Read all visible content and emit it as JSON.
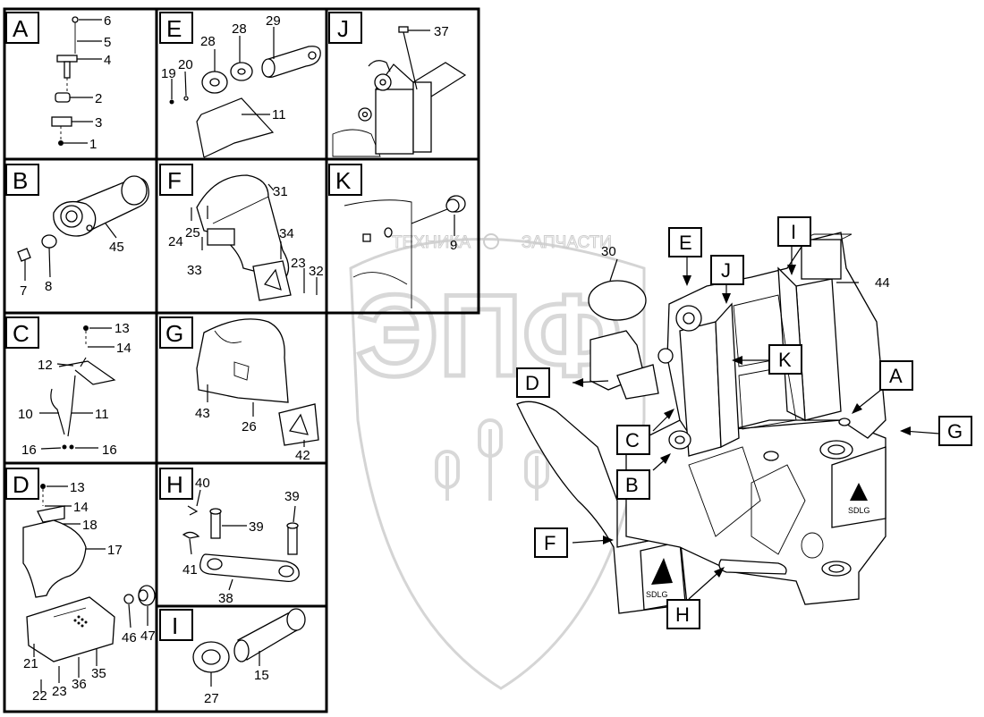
{
  "watermark": {
    "left_word": "ТЕХНИКА",
    "right_word": "ЗАПЧАСТИ",
    "logo_letters": "ЭПФ"
  },
  "panels": {
    "A": {
      "letter": "A",
      "labels": [
        "6",
        "5",
        "4",
        "2",
        "3",
        "1"
      ]
    },
    "E": {
      "letter": "E",
      "labels": [
        "28",
        "28",
        "29",
        "19",
        "20",
        "11"
      ]
    },
    "J": {
      "letter": "J",
      "labels": [
        "37"
      ]
    },
    "B": {
      "letter": "B",
      "labels": [
        "45",
        "7",
        "8"
      ]
    },
    "F": {
      "letter": "F",
      "labels": [
        "31",
        "24",
        "25",
        "34",
        "33",
        "23",
        "32"
      ]
    },
    "K": {
      "letter": "K",
      "labels": [
        "9"
      ]
    },
    "C": {
      "letter": "C",
      "labels": [
        "13",
        "14",
        "12",
        "10",
        "11",
        "16",
        "16"
      ]
    },
    "G": {
      "letter": "G",
      "labels": [
        "43",
        "26",
        "42"
      ]
    },
    "D": {
      "letter": "D",
      "labels": [
        "13",
        "14",
        "18",
        "17",
        "46",
        "47",
        "21",
        "22",
        "23",
        "36",
        "35"
      ]
    },
    "H": {
      "letter": "H",
      "labels": [
        "40",
        "39",
        "39",
        "41",
        "38"
      ]
    },
    "I": {
      "letter": "I",
      "labels": [
        "15",
        "27"
      ]
    }
  },
  "main_view": {
    "callouts": [
      "E",
      "I",
      "J",
      "K",
      "D",
      "A",
      "C",
      "B",
      "G",
      "F",
      "H"
    ],
    "labels": [
      "30",
      "44"
    ],
    "brand_text": "SDLG"
  },
  "colors": {
    "line": "#000000",
    "background": "#ffffff",
    "watermark": "#c8c8c8"
  }
}
